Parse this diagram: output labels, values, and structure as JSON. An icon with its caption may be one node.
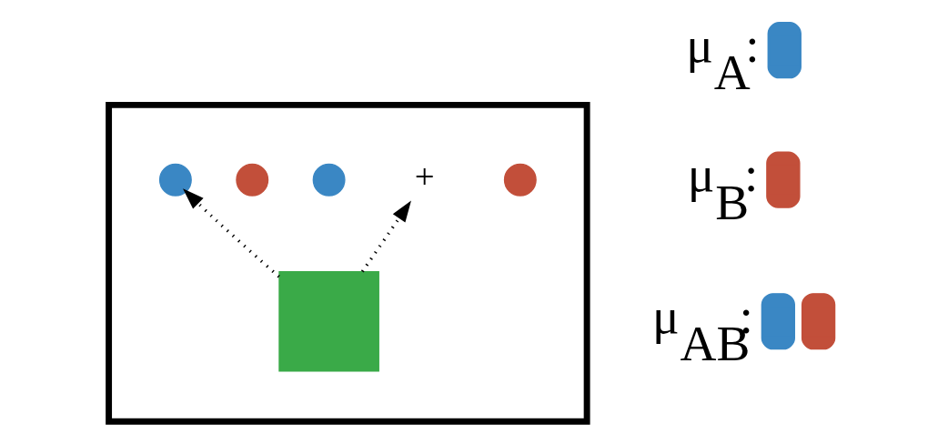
{
  "diagram": {
    "nodes": [
      {
        "text": [],
        "shape": "box"
      },
      {
        "text": [],
        "shape": "circle",
        "in": 0
      },
      {
        "text": [],
        "shape": "circle",
        "in": 0
      },
      {
        "text": [],
        "shape": "circle",
        "in": 0
      },
      {
        "text": [
          "+"
        ],
        "in": 0
      },
      {
        "text": [],
        "shape": "circle",
        "in": 0
      },
      {
        "text": [],
        "shape": "box",
        "in": 0
      }
    ],
    "edges": [
      {
        "from": 6,
        "to": 1,
        "arrow": "to",
        "style": "dashed"
      },
      {
        "from": 6,
        "to": 4,
        "arrow": "to",
        "style": "dashed"
      }
    ],
    "legend": [
      {
        "text": "μ$_{A}$:",
        "color": "#3a87c4"
      },
      {
        "text": "μ$_{B}$:",
        "color": "#c24f3a"
      },
      {
        "text": "μ$_{AB}$:"
      }
    ]
  }
}
